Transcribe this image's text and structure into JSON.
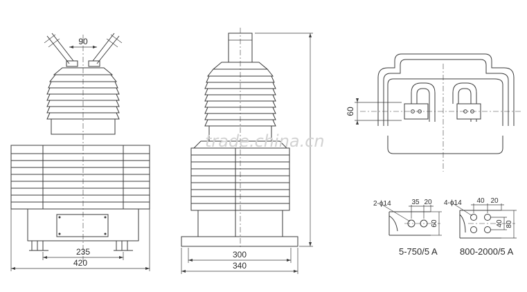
{
  "watermark": "trade.china.cn",
  "front_view": {
    "top_spacing": "90",
    "mount_spacing": "235",
    "overall_width": "420"
  },
  "side_view": {
    "mount_spacing": "300",
    "overall_width": "340"
  },
  "terminal_view": {
    "spacing": "60"
  },
  "terminal_a": {
    "hole_label": "2-",
    "hole_symbol": "ϕ",
    "hole_size": "14",
    "dim_1": "35",
    "dim_2": "20",
    "height": "60",
    "rating": "5-750/5 A"
  },
  "terminal_b": {
    "hole_label": "4-",
    "hole_symbol": "ϕ",
    "hole_size": "14",
    "dim_1": "40",
    "dim_2": "20",
    "dim_3": "40",
    "height": "80",
    "rating": "800-2000/5 A"
  },
  "colors": {
    "line": "#3a3a3a",
    "watermark": "#d2d2d2"
  }
}
